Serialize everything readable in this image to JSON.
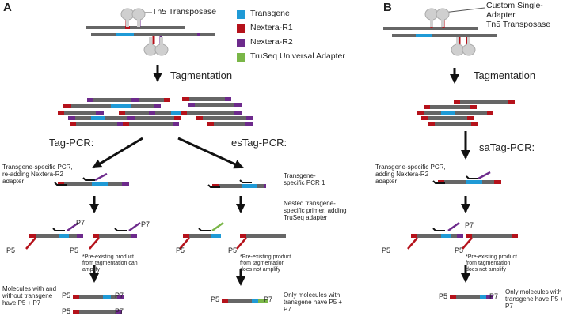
{
  "panels": {
    "a": {
      "letter": "A",
      "transposase_label": "Tn5 Transposase",
      "step_label": "Tagmentation",
      "tag_pcr": {
        "title": "Tag-PCR:",
        "step1": "Transgene-specific PCR,\nre-adding Nextera-R2\nadapter",
        "p7": "P7",
        "p5": "P5",
        "p5b": "P5",
        "p7b": "P7",
        "note": "*Pre-existing product\nfrom tagmentation can\namplify",
        "result": "Molecules with and\nwithout transgene\nhave P5 + P7",
        "out_p5a": "P5",
        "out_p7a": "P7",
        "out_p5b": "P5",
        "out_p7b": "P7"
      },
      "estag_pcr": {
        "title": "esTag-PCR:",
        "step1": "Transgene-\nspecific PCR 1",
        "step2": "Nested transgene-\nspecific primer, adding\nTruSeq adapter",
        "p5": "P5",
        "p5b": "P5",
        "note": "*Pre-existing product\nfrom tagmentation\ndoes not amplify",
        "out_p5": "P5",
        "out_p7": "P7",
        "result": "Only molecules with\ntransgene have P5 +\nP7"
      }
    },
    "b": {
      "letter": "B",
      "transposase_label": "Custom Single-Adapter\nTn5 Transposase",
      "step_label": "Tagmentation",
      "satag_pcr": {
        "title": "saTag-PCR:",
        "step1": "Transgene-specific PCR,\nadding Nextera-R2\nadapter",
        "p7": "P7",
        "p5": "P5",
        "p5b": "P5",
        "note": "*Pre-existing product\nfrom tagmentation\ndoes not amplify",
        "out_p5": "P5",
        "out_p7": "P7",
        "result": "Only molecules with\ntransgene have P5 +\nP7"
      }
    }
  },
  "legend": [
    {
      "label": "Transgene",
      "color": "#1f9ad6"
    },
    {
      "label": "Nextera-R1",
      "color": "#b5121b"
    },
    {
      "label": "Nextera-R2",
      "color": "#6d2a8c"
    },
    {
      "label": "TruSeq Universal Adapter",
      "color": "#7ab648"
    }
  ],
  "colors": {
    "dna": "#666666",
    "transgene": "#1f9ad6",
    "r1": "#b5121b",
    "r2": "#6d2a8c",
    "truseq": "#7ab648",
    "enzyme": "#cfcfcf",
    "arrow": "#111111"
  }
}
